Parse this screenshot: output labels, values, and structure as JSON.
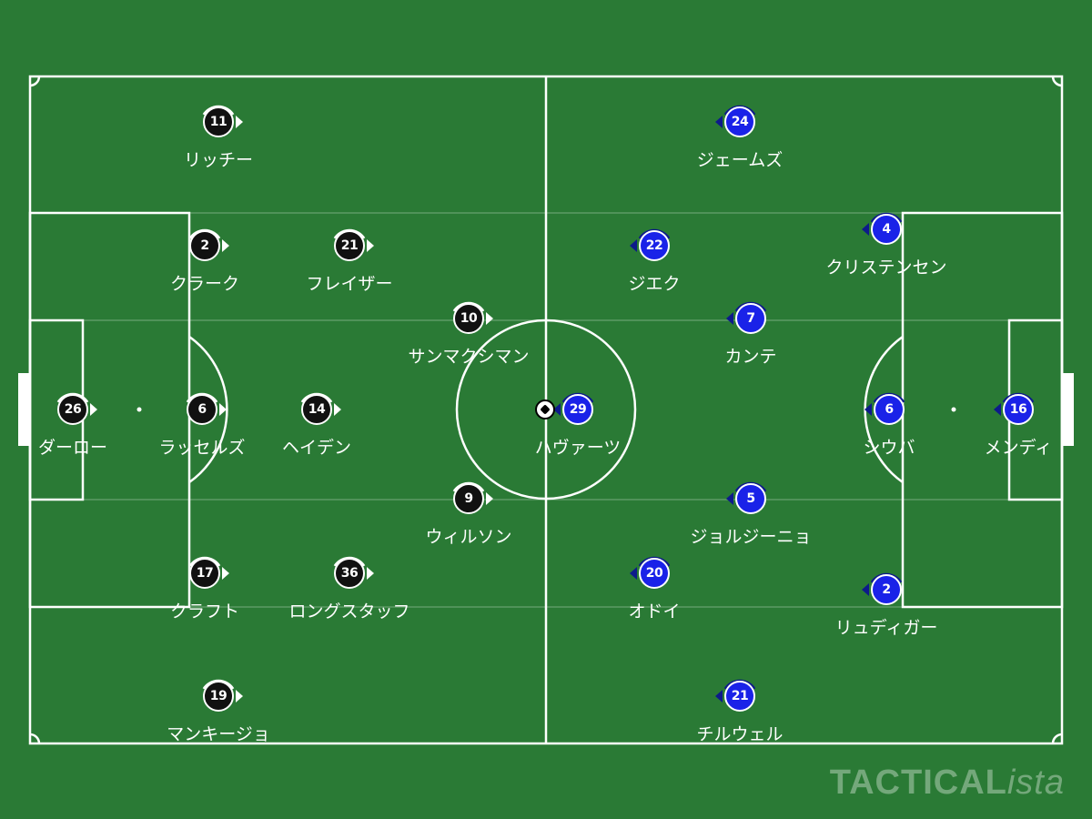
{
  "watermark": {
    "brand": "TACTICAL",
    "suffix": "ista"
  },
  "colors": {
    "pitch": "#2a7a35",
    "home": "#111111",
    "away": "#1a22e8",
    "lines": "#ffffff"
  },
  "home": {
    "players": [
      {
        "number": "11",
        "name": "リッチー"
      },
      {
        "number": "2",
        "name": "クラーク"
      },
      {
        "number": "21",
        "name": "フレイザー"
      },
      {
        "number": "10",
        "name": "サンマクシマン"
      },
      {
        "number": "26",
        "name": "ダーロー"
      },
      {
        "number": "6",
        "name": "ラッセルズ"
      },
      {
        "number": "14",
        "name": "ヘイデン"
      },
      {
        "number": "9",
        "name": "ウィルソン"
      },
      {
        "number": "17",
        "name": "クラフト"
      },
      {
        "number": "36",
        "name": "ロングスタッフ"
      },
      {
        "number": "19",
        "name": "マンキージョ"
      }
    ]
  },
  "away": {
    "players": [
      {
        "number": "24",
        "name": "ジェームズ"
      },
      {
        "number": "22",
        "name": "ジエク"
      },
      {
        "number": "4",
        "name": "クリステンセン"
      },
      {
        "number": "7",
        "name": "カンテ"
      },
      {
        "number": "29",
        "name": "ハヴァーツ"
      },
      {
        "number": "6",
        "name": "シウバ"
      },
      {
        "number": "16",
        "name": "メンディ"
      },
      {
        "number": "5",
        "name": "ジョルジーニョ"
      },
      {
        "number": "20",
        "name": "オドイ"
      },
      {
        "number": "2",
        "name": "リュディガー"
      },
      {
        "number": "21",
        "name": "チルウェル"
      }
    ]
  }
}
